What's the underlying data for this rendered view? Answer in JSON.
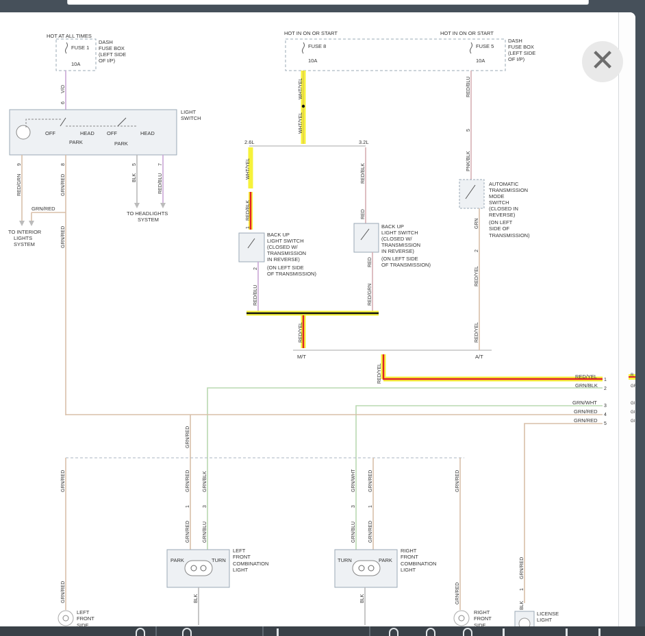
{
  "colors": {
    "wire_violet": "#c9a6d6",
    "wire_tan": "#d8bfa8",
    "wire_green": "#b9d8b0",
    "wire_gray": "#b9b9b9",
    "highlight_yellow": "#f6f23a",
    "highlight_red": "#e0202a",
    "bus_black": "#111111"
  },
  "header": {
    "hot_always": "HOT AT ALL TIMES",
    "hot_on_start_1": "HOT IN ON OR START",
    "hot_on_start_2": "HOT IN ON OR START"
  },
  "fuse_box_left": {
    "fuse": "FUSE 1",
    "amp": "10A",
    "label_1": "DASH",
    "label_2": "FUSE BOX",
    "label_3": "(LEFT SIDE",
    "label_4": "OF I/P)"
  },
  "fuse_box_right": {
    "fuse_a": "FUSE 8",
    "amp_a": "10A",
    "fuse_b": "FUSE 5",
    "amp_b": "10A",
    "label_1": "DASH",
    "label_2": "FUSE BOX",
    "label_3": "(LEFT SIDE",
    "label_4": "OF I/P)"
  },
  "light_switch": {
    "title_1": "LIGHT",
    "title_2": "SWITCH",
    "off_a": "OFF",
    "head_a": "HEAD",
    "park_a": "PARK",
    "off_b": "OFF",
    "park_b": "PARK",
    "head_b": "HEAD"
  },
  "wires": {
    "vo": "V/O",
    "pin6": "6",
    "pin9": "9",
    "pin8": "8",
    "pin5": "5",
    "pin7": "7",
    "red_grn": "RED/GRN",
    "grn_red": "GRN/RED",
    "blk": "BLK",
    "red_blu": "RED/BLU",
    "grn_red_h": "GRN/RED",
    "wht_yel_1": "WHT/YEL",
    "wht_yel_2": "WHT/YEL",
    "red_blu_top": "RED/BLU",
    "pin5_r": "5",
    "pnk_blk": "PNK/BLK",
    "grn": "GRN",
    "pin2": "2",
    "red_yel_r": "RED/YEL",
    "red_yel_r2": "RED/YEL",
    "eng_26": "2.6L",
    "eng_32": "3.2L",
    "wht_yel_3": "WHT/YEL",
    "red_blk_1": "RED/BLK",
    "pin1": "1",
    "red_blk_2": "RED/BLK",
    "red_a": "RED",
    "red_b": "RED",
    "red_blu_b": "RED/BLU",
    "pin2b": "2",
    "red_grn_b": "RED/GRN",
    "red_yel_c": "RED/YEL",
    "mt": "M/T",
    "at": "A/T",
    "red_yel_d": "RED/YEL"
  },
  "destinations": {
    "interior_1": "TO INTERIOR",
    "interior_2": "LIGHTS",
    "interior_3": "SYSTEM",
    "headlights_1": "TO HEADLIGHTS",
    "headlights_2": "SYSTEM"
  },
  "backup_switch_left": {
    "l1": "BACK UP",
    "l2": "LIGHT SWITCH",
    "l3": "(CLOSED W/",
    "l4": "TRANSMISSION",
    "l5": "IN REVERSE)",
    "l6": "(ON LEFT SIDE",
    "l7": "OF TRANSMISSION)"
  },
  "backup_switch_right": {
    "l1": "BACK UP",
    "l2": "LIGHT SWITCH",
    "l3": "(CLOSED W/",
    "l4": "TRANSMISSION",
    "l5": "IN REVERSE)",
    "l6": "(ON LEFT SIDE",
    "l7": "OF TRANSMISSION)"
  },
  "atm_switch": {
    "l1": "AUTOMATIC",
    "l2": "TRANSMISSION",
    "l3": "MODE",
    "l4": "SWITCH",
    "l5": "(CLOSED IN",
    "l6": "REVERSE)",
    "l7": "(ON LEFT",
    "l8": "SIDE OF",
    "l9": "TRANSMISSION)"
  },
  "connector_right": {
    "rows": [
      {
        "label": "RED/YEL",
        "pin": "1",
        "cut": "R"
      },
      {
        "label": "GRN/BLK",
        "pin": "2",
        "cut": "GR"
      },
      {
        "label": "GRN/WHT",
        "pin": "3",
        "cut": "GI"
      },
      {
        "label": "GRN/RED",
        "pin": "4",
        "cut": "GI"
      },
      {
        "label": "GRN/RED",
        "pin": "5",
        "cut": "GI"
      }
    ]
  },
  "lower": {
    "grn_red_v": "GRN/RED",
    "grn_red_1": "GRN/RED",
    "grn_red_2": "GRN/RED",
    "grn_blk": "GRN/BLK",
    "p1": "1",
    "p3": "3",
    "grn_red_3": "GRN/RED",
    "grn_blu": "GRN/BLU",
    "grn_wht": "GRN/WHT",
    "grn_red_4": "GRN/RED",
    "p3b": "3",
    "p1b": "1",
    "grn_blu_b": "GRN/BLU",
    "grn_red_5": "GRN/RED",
    "grn_red_6": "GRN/RED",
    "grn_red_7": "GRN/RED",
    "grn_red_8": "GRN/RED",
    "blk_a": "BLK",
    "blk_b": "BLK",
    "blk_c": "BLK",
    "p1c": "1"
  },
  "lamps": {
    "left_front": {
      "park": "PARK",
      "turn": "TURN",
      "l1": "LEFT",
      "l2": "FRONT",
      "l3": "COMBINATION",
      "l4": "LIGHT"
    },
    "right_front": {
      "turn": "TURN",
      "park": "PARK",
      "l1": "RIGHT",
      "l2": "FRONT",
      "l3": "COMBINATION",
      "l4": "LIGHT"
    },
    "left_side": {
      "l1": "LEFT",
      "l2": "FRONT",
      "l3": "SIDE"
    },
    "right_side": {
      "l1": "RIGHT",
      "l2": "FRONT",
      "l3": "SIDE"
    },
    "license": {
      "l1": "LICENSE",
      "l2": "LIGHT"
    }
  },
  "close_button": {
    "glyph": "✕"
  }
}
